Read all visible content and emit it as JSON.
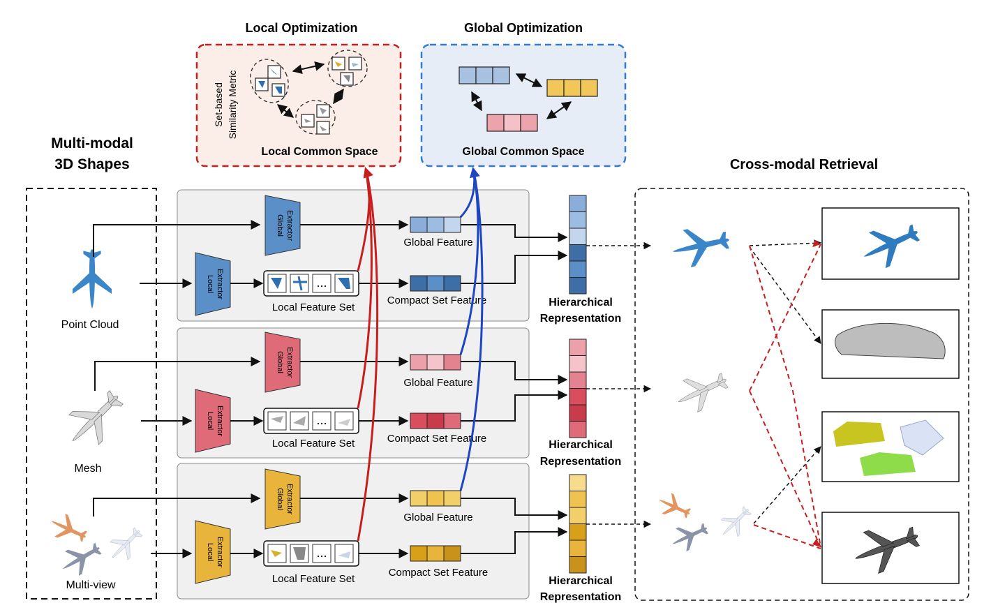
{
  "titles": {
    "local_optimization": "Local Optimization",
    "global_optimization": "Global Optimization",
    "multi_modal_line1": "Multi-modal",
    "multi_modal_line2": "3D Shapes",
    "cross_modal_retrieval": "Cross-modal Retrieval"
  },
  "local_space": {
    "metric_line1": "Set-based",
    "metric_line2": "Similarity Metric",
    "label": "Local Common Space"
  },
  "global_space": {
    "label": "Global Common Space"
  },
  "modalities": [
    {
      "name": "Point Cloud",
      "color": "#5b8fc7",
      "dark": "#3d6fa6"
    },
    {
      "name": "Mesh",
      "color": "#e06b78",
      "dark": "#c44a58"
    },
    {
      "name": "Multi-view",
      "color": "#e8b43c",
      "dark": "#c9921a"
    }
  ],
  "labels": {
    "global_extractor_line1": "Global",
    "global_extractor_line2": "Extractor",
    "local_extractor_line1": "Local",
    "local_extractor_line2": "Extractor",
    "global_feature": "Global Feature",
    "local_feature_set": "Local Feature Set",
    "compact_set_feature": "Compact Set Feature",
    "hierarchical_line1": "Hierarchical",
    "hierarchical_line2": "Representation",
    "ellipsis": "..."
  },
  "colors": {
    "local_arrow": "#c81e1e",
    "global_arrow": "#1e46c0",
    "local_box_bg": "#fbeee8",
    "global_box_bg": "#e6edf7",
    "panel_bg": "#f0f0f0"
  }
}
